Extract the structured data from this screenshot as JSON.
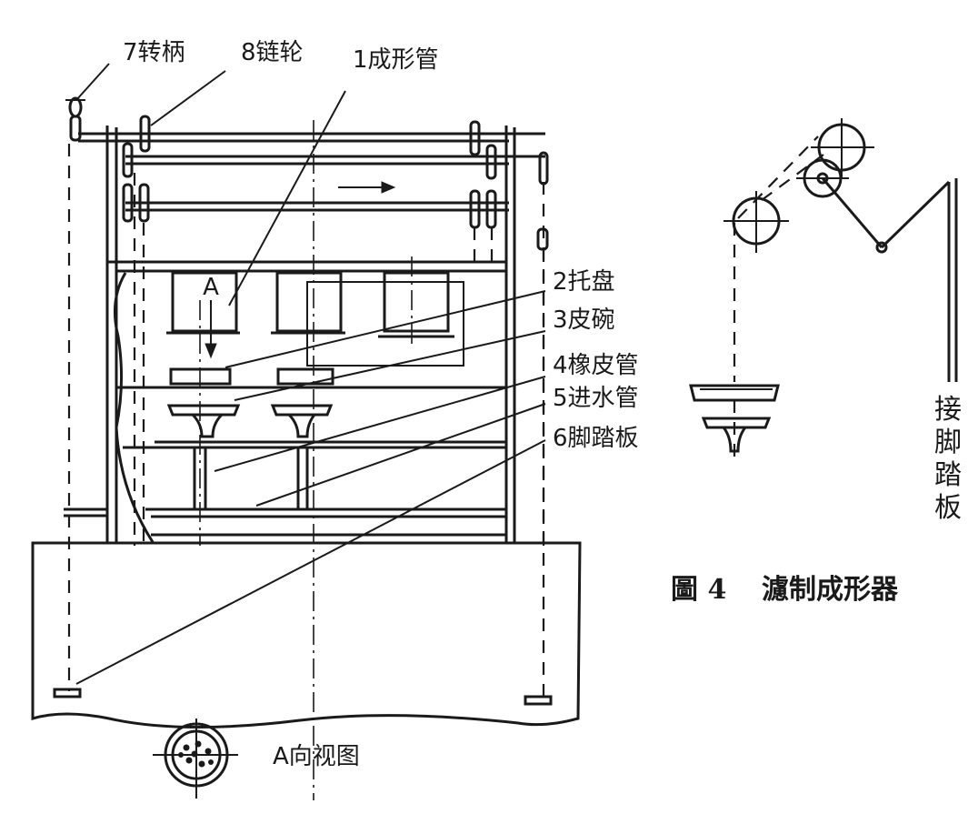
{
  "diagram": {
    "labels": {
      "l7": "7转柄",
      "l8": "8链轮",
      "l1": "1成形管",
      "l2": "2托盘",
      "l3": "3皮碗",
      "l4": "4橡皮管",
      "l5": "5进水管",
      "l6": "6脚踏板",
      "arrow_a": "A",
      "view_a": "A向视图"
    },
    "side_view": {
      "pedal_label": [
        "接",
        "脚",
        "踏",
        "板"
      ]
    },
    "caption": {
      "figure_no": "圖 4",
      "title": "濾制成形器"
    }
  }
}
